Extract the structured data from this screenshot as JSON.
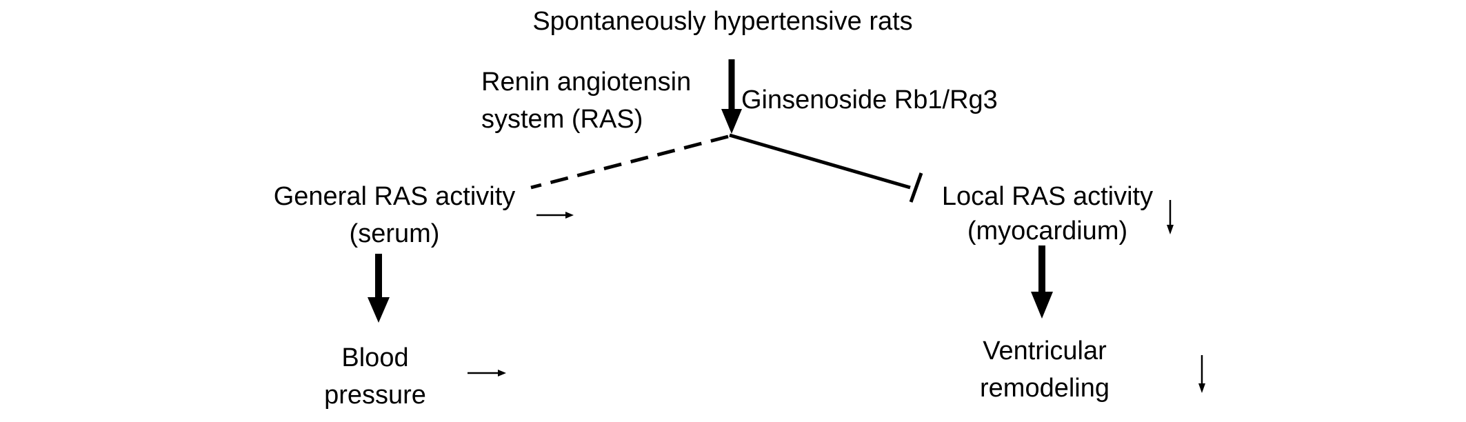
{
  "nodes": {
    "top": "Spontaneously hypertensive rats",
    "ras_label_line1": "Renin angiotensin",
    "ras_label_line2": "system (RAS)",
    "ginsenoside": "Ginsenoside Rb1/Rg3",
    "general_line1": "General RAS activity",
    "general_line2": "(serum)",
    "local_line1": "Local RAS activity",
    "local_line2": "(myocardium)",
    "blood_line1": "Blood",
    "blood_line2": "pressure",
    "ventricular_line1": "Ventricular",
    "ventricular_line2": "remodeling"
  },
  "indicators": {
    "general": "unchanged",
    "local": "decreased",
    "blood_pressure": "unchanged",
    "ventricular_remodeling": "decreased"
  }
}
